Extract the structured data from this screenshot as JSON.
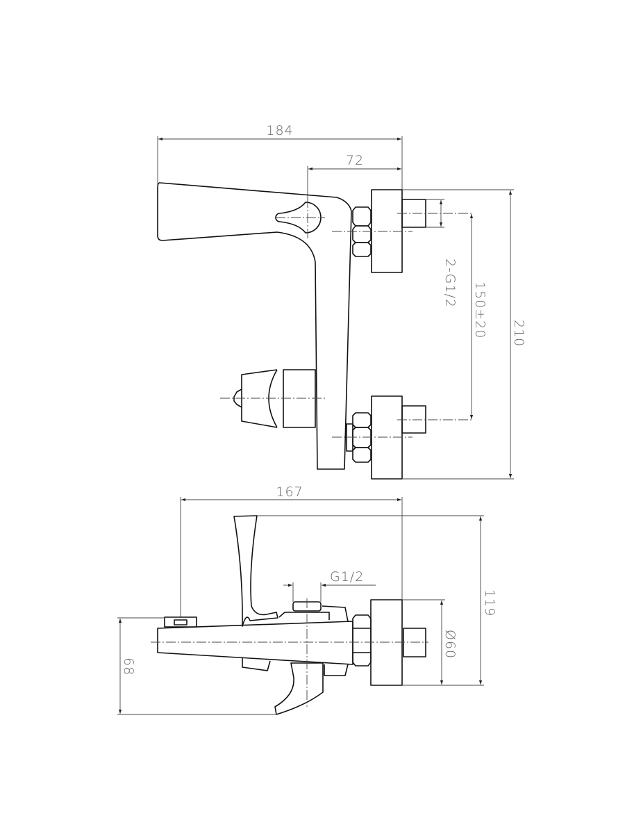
{
  "top_view": {
    "dim_overall_width": "184",
    "dim_center_to_wall": "72",
    "dim_inlet_thread": "2-G1/2",
    "dim_inlet_spacing": "150±20",
    "dim_overall_height": "210"
  },
  "side_view": {
    "dim_depth": "167",
    "dim_outlet_thread": "G1/2",
    "dim_height": "119",
    "dim_flange_diameter": "Ø60",
    "dim_spout_drop": "68"
  },
  "colors": {
    "line": "#111111",
    "dimension": "#444444",
    "text": "#666666"
  }
}
